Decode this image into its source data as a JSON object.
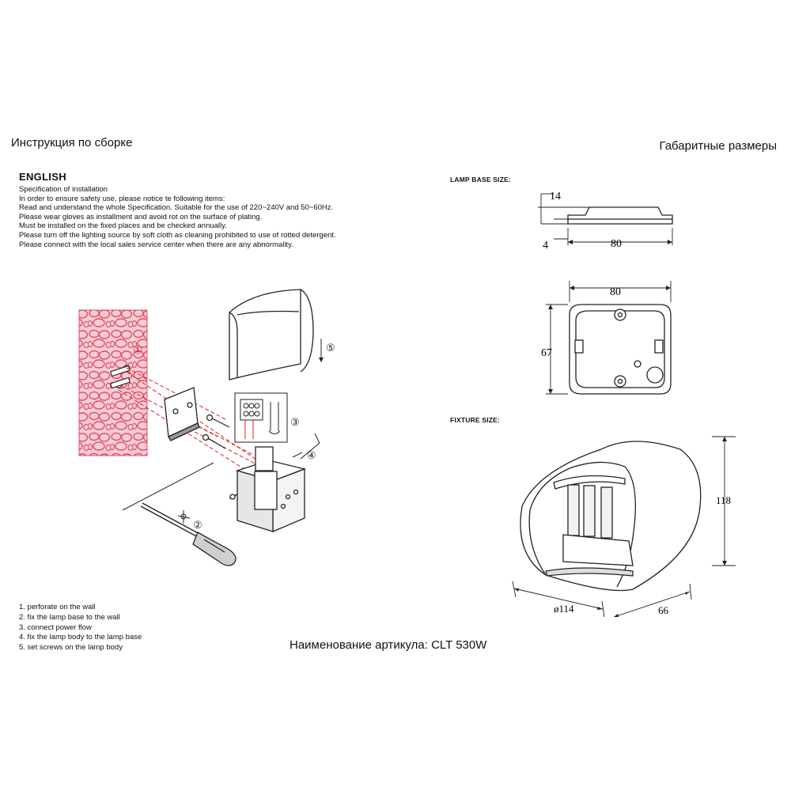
{
  "header": {
    "left_title": "Инструкция по сборке",
    "right_title": "Габаритные размеры"
  },
  "english": {
    "title": "ENGLISH",
    "lines": [
      "Specification of installation",
      "In order to ensure safety use, please notice te following items:",
      "Read and understand the whole Specification. Suitable for the use of 220~240V and 50~60Hz.",
      "Please wear gloves as installment and avoid rot on the surface of plating.",
      "Must be installed on the fixed places and be checked annually.",
      "Please turn off the lighting source by soft cloth as cleaning prohibited to use of rotted detergent.",
      "Please connect with the local sales service center when there are any abnormality."
    ]
  },
  "steps": [
    "1. perforate on the wall",
    "2. fix the lamp base to the wall",
    "3. connect power flow",
    "4. fix the lamp body to the lamp base",
    "5. set screws on the lamp body"
  ],
  "step_markers": [
    "①",
    "②",
    "③",
    "④",
    "⑤"
  ],
  "article": "Наименование артикула: CLT 530W",
  "dimensions": {
    "lamp_base_label": "LAMP BASE SIZE:",
    "fixture_label": "FIXTURE SIZE:",
    "base_height": "14",
    "base_foot": "4",
    "base_width_side": "80",
    "base_width_top": "80",
    "base_depth_top": "67",
    "fixture_height": "118",
    "fixture_diameter": "ø114",
    "fixture_depth": "66"
  },
  "colors": {
    "line": "#222222",
    "wall": "#e0506a",
    "red_guides": "#e02020"
  }
}
